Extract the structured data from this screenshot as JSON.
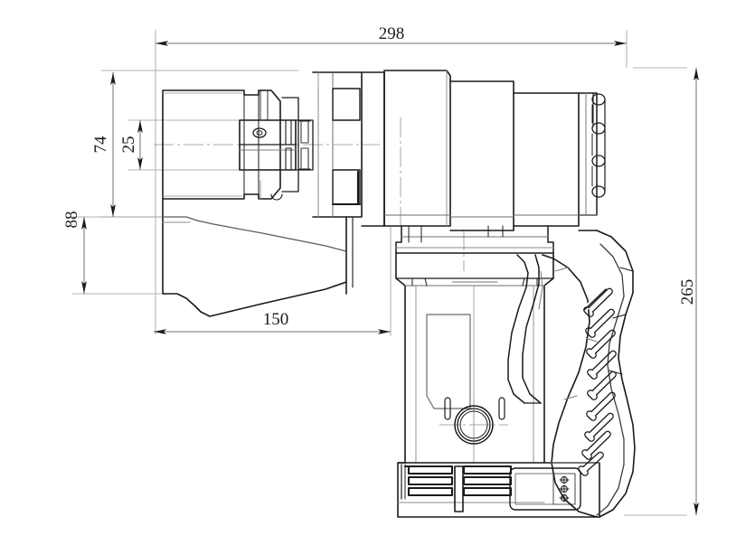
{
  "drawing": {
    "type": "engineering-dimension-drawing",
    "subject": "cordless electric torque wrench side view",
    "projection": "side elevation",
    "background_color": "#ffffff",
    "line_color": "#1a1a1a",
    "thin_line_color": "#8a8a8a",
    "units": "mm"
  },
  "dimensions": {
    "overall_length": {
      "value": "298",
      "orientation": "horizontal",
      "position": "top"
    },
    "overall_height": {
      "value": "265",
      "orientation": "vertical",
      "position": "right"
    },
    "square_drive_height": {
      "value": "88",
      "orientation": "vertical",
      "position": "left-outer"
    },
    "head_height": {
      "value": "74",
      "orientation": "vertical",
      "position": "left-inner"
    },
    "drive_size": {
      "value": "25",
      "orientation": "vertical",
      "position": "left-innermost"
    },
    "head_length": {
      "value": "150",
      "orientation": "horizontal",
      "position": "middle"
    }
  },
  "features": {
    "socket_head": "square-drive-socket",
    "reaction_arm": "reaction-arm",
    "gearbox": "gearbox-housing",
    "motor_housing": "motor-housing",
    "vent_ports": "motor-vent-ports",
    "handle": "pistol-grip-handle",
    "trigger": "trigger-switch",
    "grip_vents": "grip-ventilation-slots",
    "battery": "battery-pack",
    "control_panel": "control-panel",
    "display_window": "display-window",
    "led_indicator": "led-indicator-ring",
    "terminal_block": "battery-terminal-block",
    "battery_rails": "battery-slide-rails",
    "grip_slot_count": 9,
    "vent_port_count": 4
  }
}
